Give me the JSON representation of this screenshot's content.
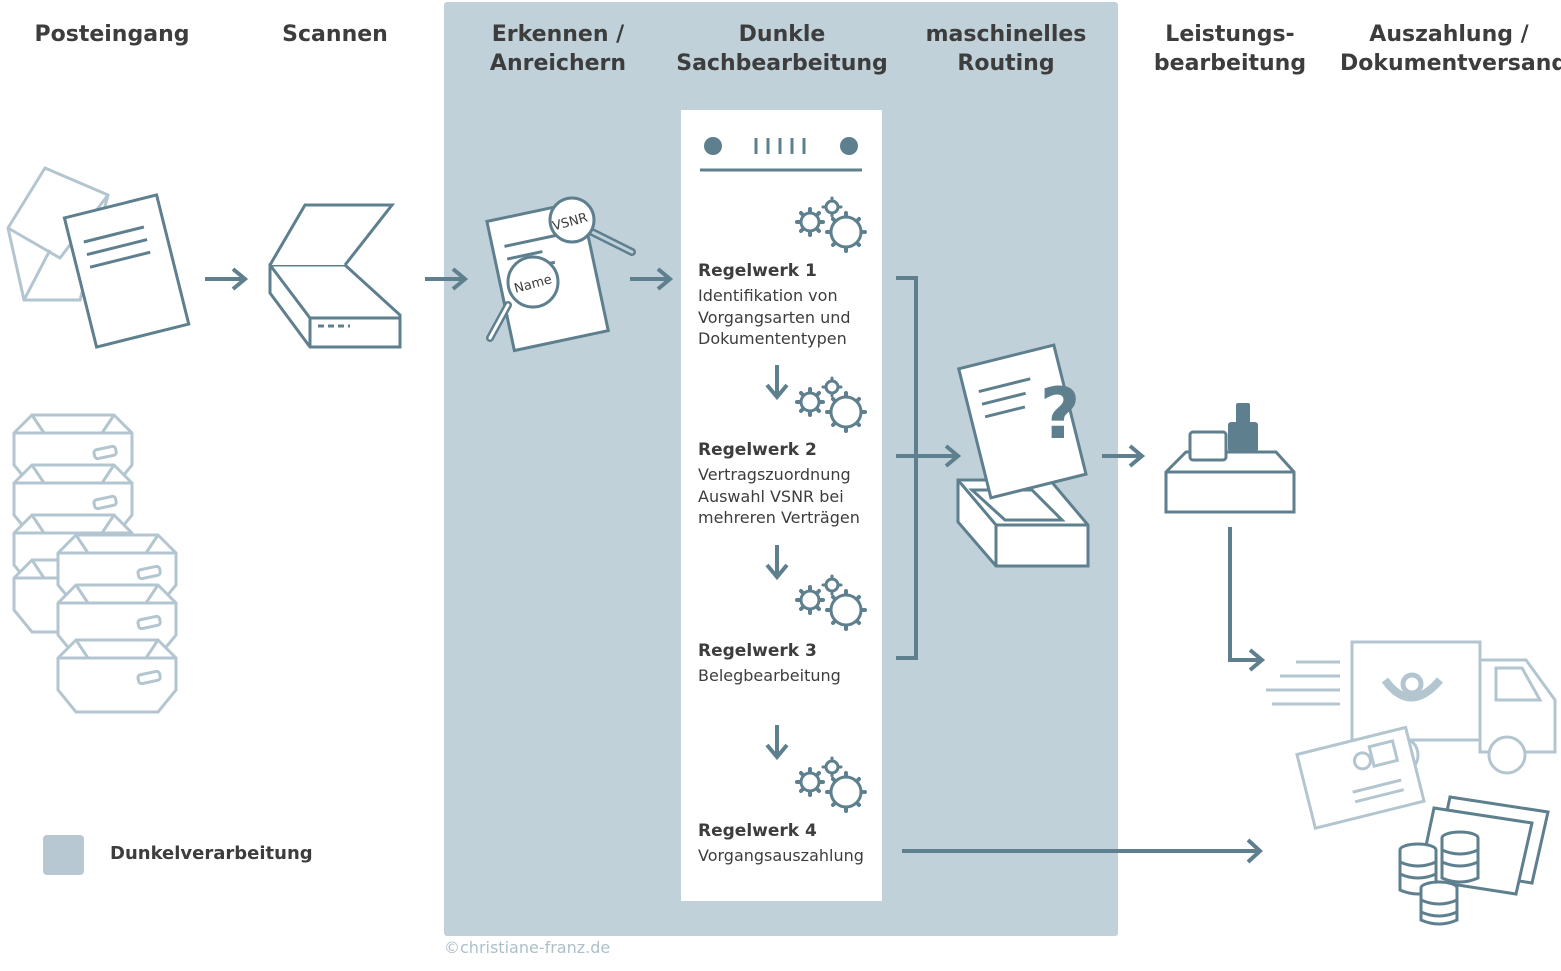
{
  "headers": {
    "posteingang": "Posteingang",
    "scannen": "Scannen",
    "erkennen": "Erkennen /\nAnreichern",
    "dunkle": "Dunkle\nSachbearbeitung",
    "routing": "maschinelles\nRouting",
    "leistung": "Leistungs-\nbearbeitung",
    "auszahlung": "Auszahlung /\nDokumentversand"
  },
  "rules": [
    {
      "title": "Regelwerk 1",
      "desc": "Identifikation von\nVorgangsarten und\nDokumententypen"
    },
    {
      "title": "Regelwerk 2",
      "desc": "Vertragszuordnung\nAuswahl VSNR bei\nmehreren Verträgen"
    },
    {
      "title": "Regelwerk 3",
      "desc": "Belegbearbeitung"
    },
    {
      "title": "Regelwerk 4",
      "desc": "Vorgangsauszahlung"
    }
  ],
  "magnifier_labels": {
    "vsnr": "VSNR",
    "name": "Name"
  },
  "legend": {
    "label": "Dunkelverarbeitung"
  },
  "copyright": "©christiane-franz.de",
  "colors": {
    "dark_zone": "#c0d1da",
    "icon_stroke": "#5e7f8e",
    "icon_light": "#b3c6d0",
    "header_text": "#3d3d3d"
  }
}
